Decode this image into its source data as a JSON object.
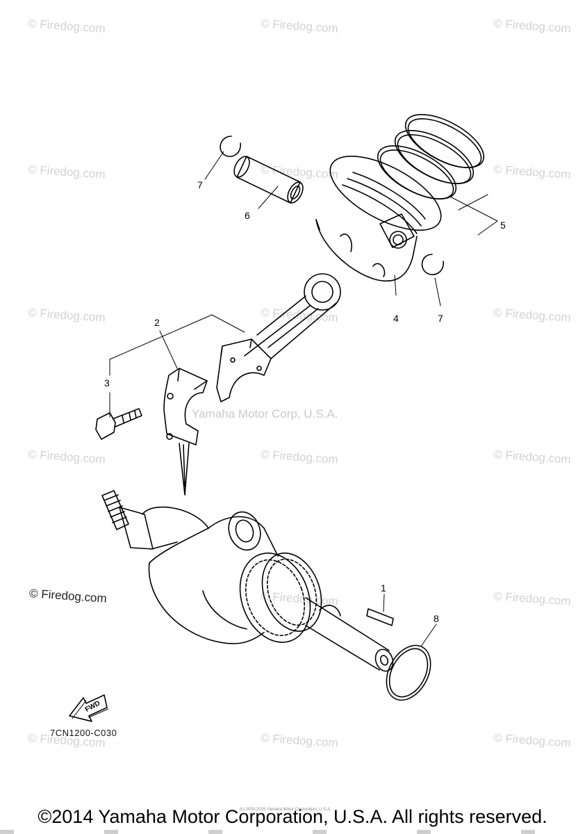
{
  "watermark": "© Firedog.com",
  "watermark_yamaha": "Yamaha Motor Corp, U.S.A.",
  "firedog_label": "© Firedog.com",
  "callouts": {
    "c1": "1",
    "c2": "2",
    "c3": "3",
    "c4": "4",
    "c5": "5",
    "c6": "6",
    "c7a": "7",
    "c7b": "7",
    "c8": "8"
  },
  "fwd_label": "FWD",
  "diagram_code": "7CN1200-C030",
  "tiny_notice": "(c) 2000-2015 Yamaha Motor Corporation, U.S.A.",
  "copyright": "©2014 Yamaha Motor Corporation, U.S.A. All rights reserved."
}
